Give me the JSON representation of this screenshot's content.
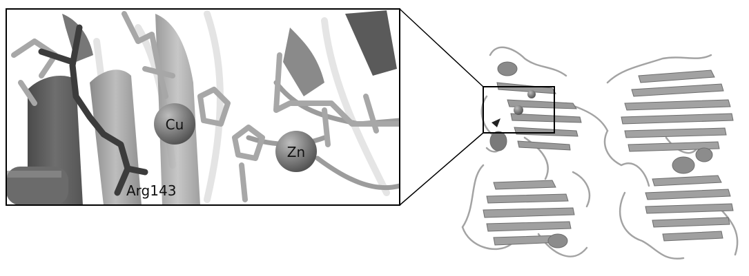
{
  "figure": {
    "labels": {
      "cu": "Cu",
      "zn": "Zn",
      "residue": "Arg143"
    }
  }
}
